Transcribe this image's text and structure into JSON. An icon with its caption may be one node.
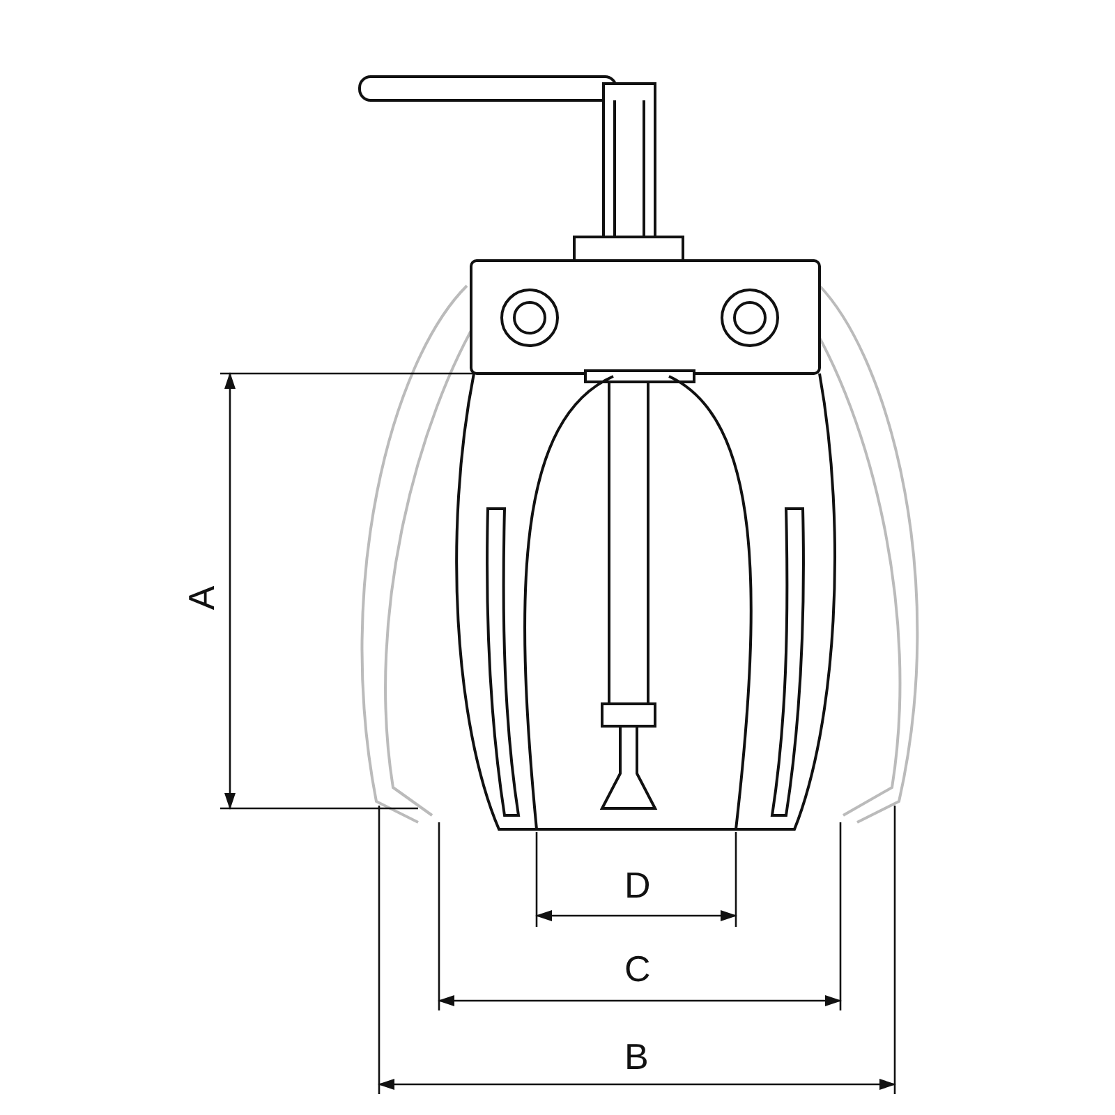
{
  "diagram": {
    "labels": [
      "A",
      "D",
      "C",
      "B"
    ]
  }
}
